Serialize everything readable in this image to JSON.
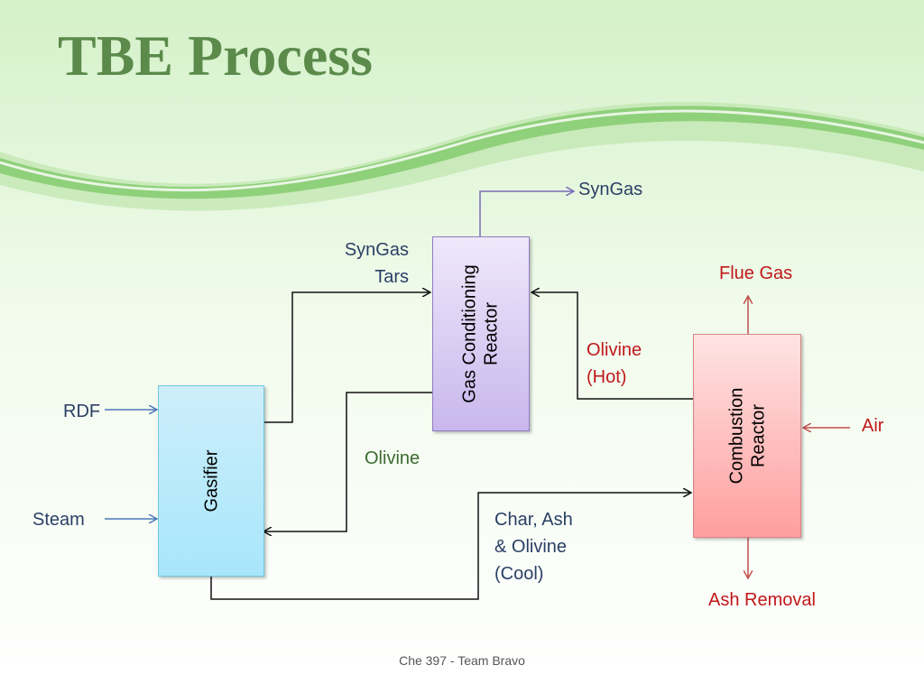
{
  "slide": {
    "title": "TBE Process",
    "footer": "Che 397 - Team Bravo"
  },
  "diagram": {
    "nodes": {
      "gasifier": "Gasifier",
      "gas_conditioning_reactor": [
        "Gas Conditioning",
        "Reactor"
      ],
      "combustion_reactor": [
        "Combustion",
        "Reactor"
      ]
    },
    "labels": {
      "rdf": "RDF",
      "steam": "Steam",
      "syngas_tars": [
        "SynGas",
        "Tars"
      ],
      "syngas_out": "SynGas",
      "flue_gas": "Flue Gas",
      "olivine_hot": [
        "Olivine",
        "(Hot)"
      ],
      "air": "Air",
      "olivine": "Olivine",
      "char_ash_olivine": [
        "Char, Ash",
        "& Olivine",
        "(Cool)"
      ],
      "ash_removal": "Ash Removal"
    },
    "colors": {
      "title": "#5b8a4b",
      "navy_text": "#2a3f66",
      "red_text": "#c0181a",
      "green_text": "#3b6a2e",
      "gasifier_fill": "#a8e6fb",
      "gcr_fill": "#c9b7ec",
      "combustion_fill": "#ff9e9e",
      "wave": "#8fd07a"
    }
  }
}
